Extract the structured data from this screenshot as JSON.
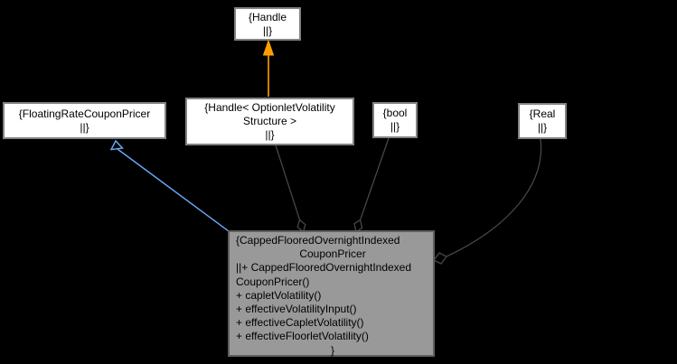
{
  "diagram": {
    "kind": "collaboration-class-diagram",
    "background": "#000000",
    "colors": {
      "node_fill": "#ffffff",
      "node_border": "#828282",
      "main_fill": "#999999",
      "main_border": "#5f5f5f",
      "text": "#000000",
      "inheritance_arrow": "#69aaf5",
      "template_arrow": "#ffa000",
      "member_edge": "#464646"
    },
    "nodes": {
      "handle": {
        "lines": [
          "{Handle",
          "||}"
        ]
      },
      "floating_rate_coupon_pricer": {
        "lines": [
          "{FloatingRateCouponPricer",
          "||}"
        ]
      },
      "handle_optionlet_volatility_structure": {
        "lines": [
          "{Handle< OptionletVolatility",
          "Structure >",
          "||}"
        ]
      },
      "bool": {
        "lines": [
          "{bool",
          "||}"
        ]
      },
      "real": {
        "lines": [
          "{Real",
          "||}"
        ]
      },
      "main": {
        "lines": [
          "{CappedFlooredOvernightIndexed",
          "CouponPricer",
          "||+ CappedFlooredOvernightIndexed",
          "CouponPricer()",
          "+ capletVolatility()",
          "+ effectiveVolatilityInput()",
          "+ effectiveCapletVolatility()",
          "+ effectiveFloorletVolatility()",
          "}"
        ]
      }
    },
    "edges": [
      {
        "from": "CappedFlooredOvernightIndexedCouponPricer",
        "to": "FloatingRateCouponPricer",
        "type": "inheritance",
        "color": "#69aaf5"
      },
      {
        "from": "Handle< OptionletVolatilityStructure >",
        "to": "Handle",
        "type": "template-instantiation",
        "color": "#ffa000"
      },
      {
        "from": "CappedFlooredOvernightIndexedCouponPricer",
        "to": "Handle< OptionletVolatilityStructure >",
        "type": "member-aggregation",
        "color": "#464646"
      },
      {
        "from": "CappedFlooredOvernightIndexedCouponPricer",
        "to": "bool",
        "type": "member-aggregation",
        "color": "#464646"
      },
      {
        "from": "CappedFlooredOvernightIndexedCouponPricer",
        "to": "Real",
        "type": "member-aggregation",
        "color": "#464646"
      }
    ]
  }
}
